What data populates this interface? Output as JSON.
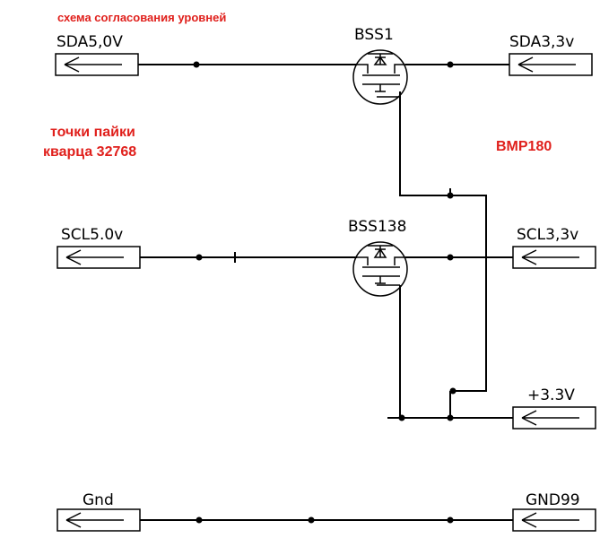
{
  "title": "схема  согласования уровней",
  "notes": {
    "solder_points": [
      "точки пайки",
      "кварца 32768"
    ],
    "sensor": "BMP180"
  },
  "transistors": [
    {
      "ref": "BSS1"
    },
    {
      "ref": "BSS138"
    }
  ],
  "ports_left": [
    {
      "name": "SDA5,0V"
    },
    {
      "name": "SCL5.0v"
    },
    {
      "name": "Gnd"
    }
  ],
  "ports_right": [
    {
      "name": "SDA3,3v"
    },
    {
      "name": "SCL3,3v"
    },
    {
      "name": "+3.3V"
    },
    {
      "name": "GND99"
    }
  ],
  "colors": {
    "annotation": "#e0201c",
    "line": "#000000"
  }
}
